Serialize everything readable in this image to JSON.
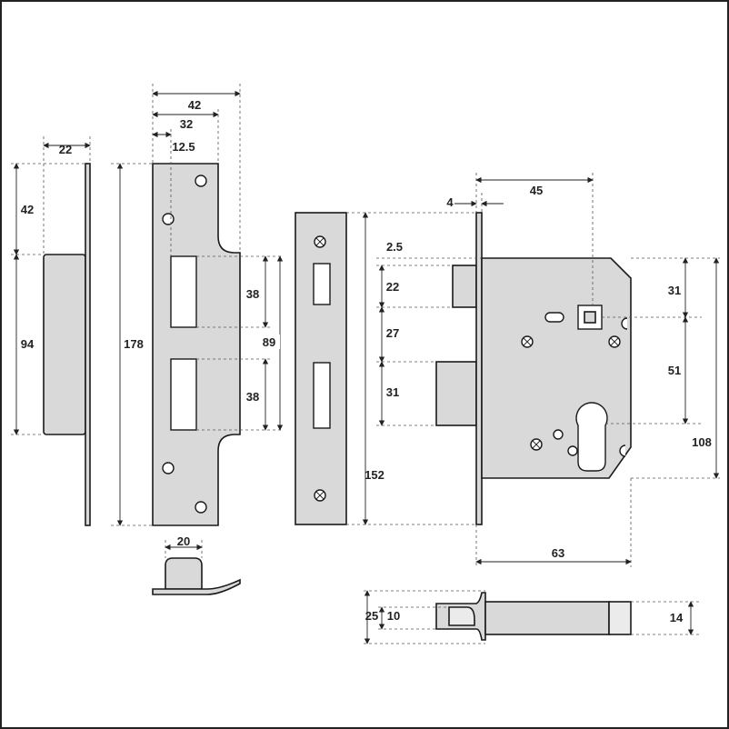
{
  "colors": {
    "metal": "#d9d9d9",
    "outline": "#1a1a1a",
    "background": "#ffffff"
  },
  "dimensions": {
    "forend_depth": "22",
    "forend_upper": "42",
    "forend_case_height": "94",
    "strike_total_width": "42",
    "strike_width_32": "32",
    "strike_offset": "12.5",
    "strike_height": "178",
    "strike_slot_upper": "38",
    "strike_slot_lower": "38",
    "strike_slot_span": "89",
    "strike_tongue": "20",
    "faceplate_height": "152",
    "case_forend_thickness": "4",
    "case_backset": "45",
    "top_offset": "2.5",
    "latch_height": "22",
    "latch_bolt_gap": "27",
    "bolt_height": "31",
    "spindle_from_top": "31",
    "spindle_to_cylinder": "51",
    "case_height": "108",
    "case_depth": "63",
    "bolt_side_height": "25",
    "bolt_side_inner": "10",
    "bolt_side_tail": "14"
  }
}
